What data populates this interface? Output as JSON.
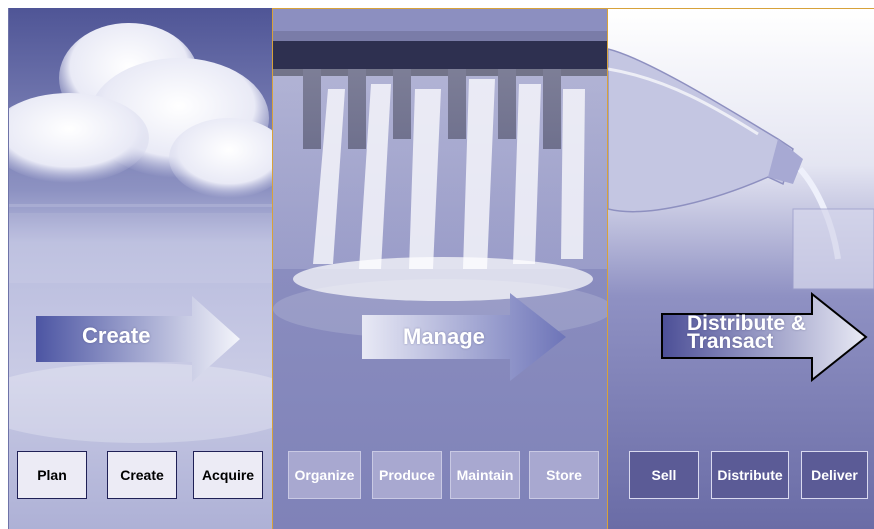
{
  "colors": {
    "panel_create_bg": "#9fa3cd",
    "panel_manage_bg": "#7f82b8",
    "panel_transact_bg": "#6a6ca6",
    "divider_gold": "#d7a23a"
  },
  "stages": [
    {
      "name": "create",
      "arrow_label": "Create",
      "activities": [
        "Plan",
        "Create",
        "Acquire"
      ]
    },
    {
      "name": "manage",
      "arrow_label": "Manage",
      "activities": [
        "Organize",
        "Produce",
        "Maintain",
        "Store"
      ]
    },
    {
      "name": "distribute",
      "arrow_label_line1": "Distribute &",
      "arrow_label_line2": "Transact",
      "activities": [
        "Sell",
        "Distribute",
        "Deliver"
      ]
    }
  ],
  "images": {
    "panel1": "clouds-over-water-image",
    "panel2": "dam-spillway-waterfall-image",
    "panel3": "water-bottle-pouring-image"
  }
}
